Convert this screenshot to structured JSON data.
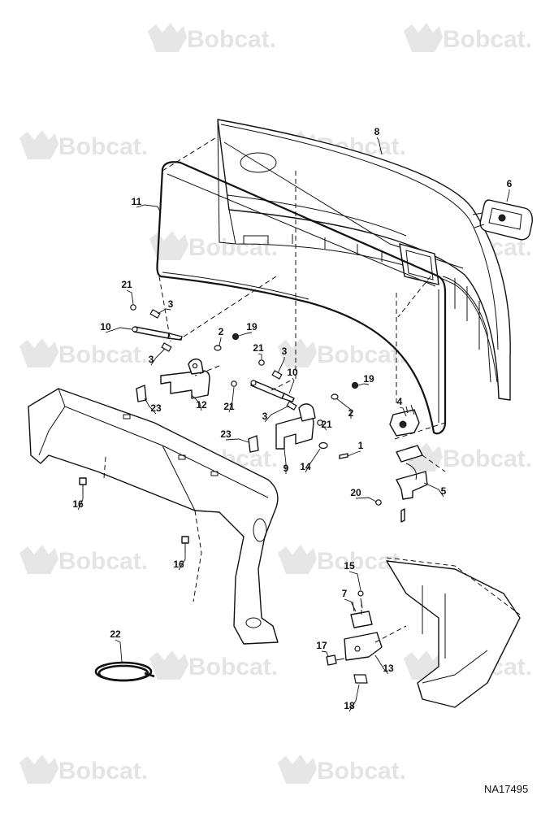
{
  "watermark": {
    "text": "Bobcat."
  },
  "drawing_code": "NA17495",
  "callouts": [
    "1",
    "2",
    "3",
    "4",
    "5",
    "6",
    "7",
    "8",
    "9",
    "10",
    "11",
    "12",
    "13",
    "14",
    "15",
    "16",
    "17",
    "18",
    "19",
    "20",
    "21",
    "22",
    "23"
  ]
}
